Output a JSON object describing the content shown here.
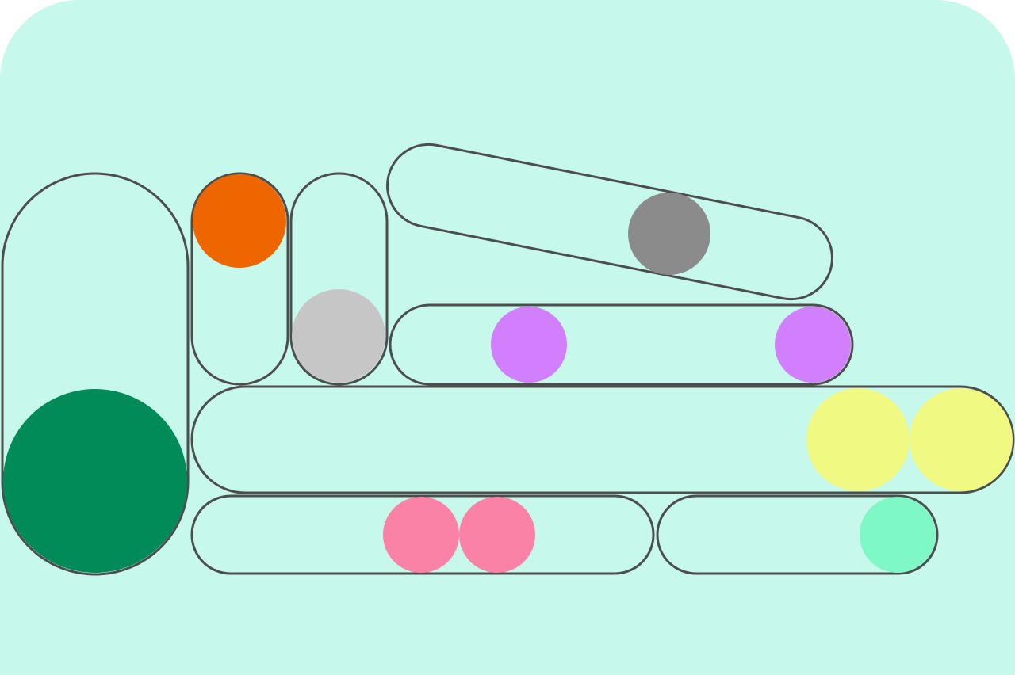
{
  "game": {
    "background_color": "#c6f8eb",
    "tube_stroke_color": "#4d4d4d",
    "tubes": [
      {
        "id": "tube-1",
        "orientation": "vertical",
        "balls": [
          {
            "color": "#008b58",
            "slot": "bottom"
          }
        ]
      },
      {
        "id": "tube-2",
        "orientation": "vertical",
        "balls": [
          {
            "color": "#ee6600",
            "slot": "top"
          }
        ]
      },
      {
        "id": "tube-3",
        "orientation": "vertical",
        "balls": [
          {
            "color": "#c6c6c6",
            "slot": "bottom"
          }
        ]
      },
      {
        "id": "tube-4",
        "orientation": "tilted",
        "balls": [
          {
            "color": "#8b8b8b",
            "slot": "middle"
          }
        ]
      },
      {
        "id": "tube-5",
        "orientation": "horizontal",
        "balls": [
          {
            "color": "#d27ffd",
            "slot": "left-middle"
          },
          {
            "color": "#d27ffd",
            "slot": "right-end"
          }
        ]
      },
      {
        "id": "tube-6",
        "orientation": "horizontal",
        "balls": [
          {
            "color": "#f0f981",
            "slot": "right-second"
          },
          {
            "color": "#f0f981",
            "slot": "right-end"
          }
        ]
      },
      {
        "id": "tube-7",
        "orientation": "horizontal",
        "balls": [
          {
            "color": "#f982a6",
            "slot": "middle-left"
          },
          {
            "color": "#f982a6",
            "slot": "middle-right"
          }
        ]
      },
      {
        "id": "tube-8",
        "orientation": "horizontal",
        "balls": [
          {
            "color": "#7ef9c6",
            "slot": "right-end"
          }
        ]
      }
    ]
  }
}
